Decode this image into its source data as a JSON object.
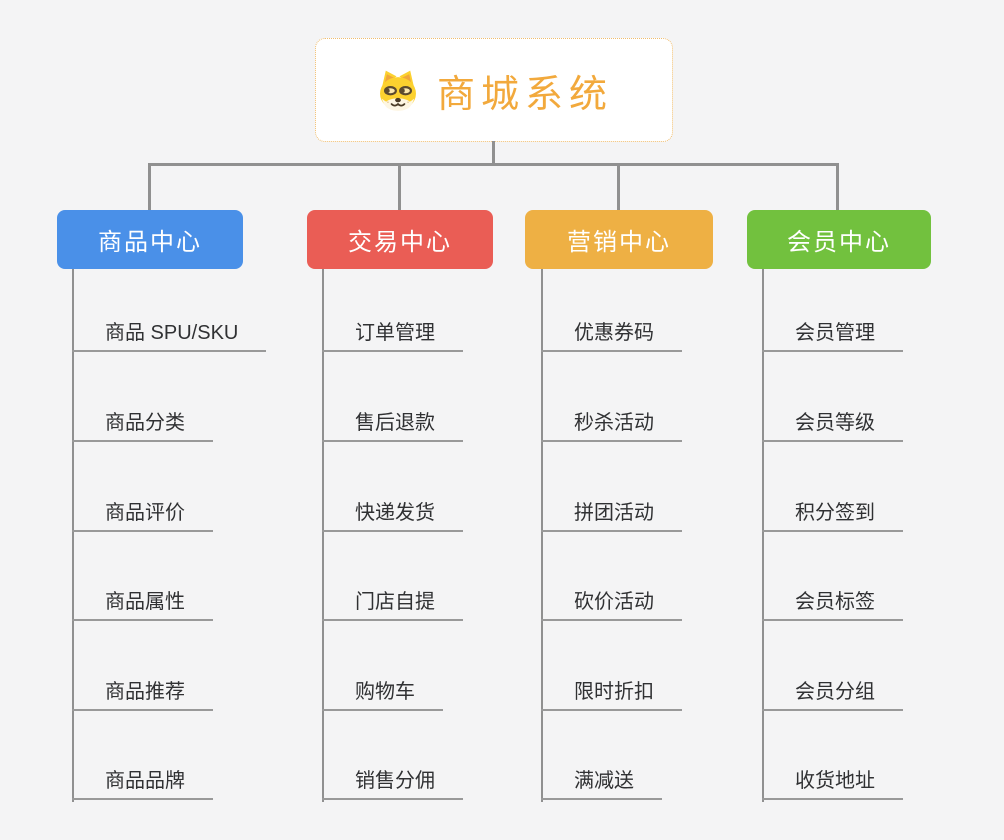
{
  "root": {
    "title": "商城系统",
    "icon": "shiba-dog-icon"
  },
  "branches": [
    {
      "label": "商品中心",
      "color": "#4a90e8",
      "items": [
        "商品 SPU/SKU",
        "商品分类",
        "商品评价",
        "商品属性",
        "商品推荐",
        "商品品牌"
      ]
    },
    {
      "label": "交易中心",
      "color": "#ea5d55",
      "items": [
        "订单管理",
        "售后退款",
        "快递发货",
        "门店自提",
        "购物车",
        "销售分佣"
      ]
    },
    {
      "label": "营销中心",
      "color": "#eeb044",
      "items": [
        "优惠券码",
        "秒杀活动",
        "拼团活动",
        "砍价活动",
        "限时折扣",
        "满减送"
      ]
    },
    {
      "label": "会员中心",
      "color": "#72c13e",
      "items": [
        "会员管理",
        "会员等级",
        "积分签到",
        "会员标签",
        "会员分组",
        "收货地址"
      ]
    }
  ],
  "colors": {
    "canvas_background": "#f4f4f5",
    "connector": "#909090",
    "leaf_underline": "#999999",
    "leaf_text": "#303133",
    "root_text": "#f2a93c",
    "root_border": "#f0bd6e",
    "root_background": "#ffffff",
    "branch_text": "#ffffff"
  }
}
